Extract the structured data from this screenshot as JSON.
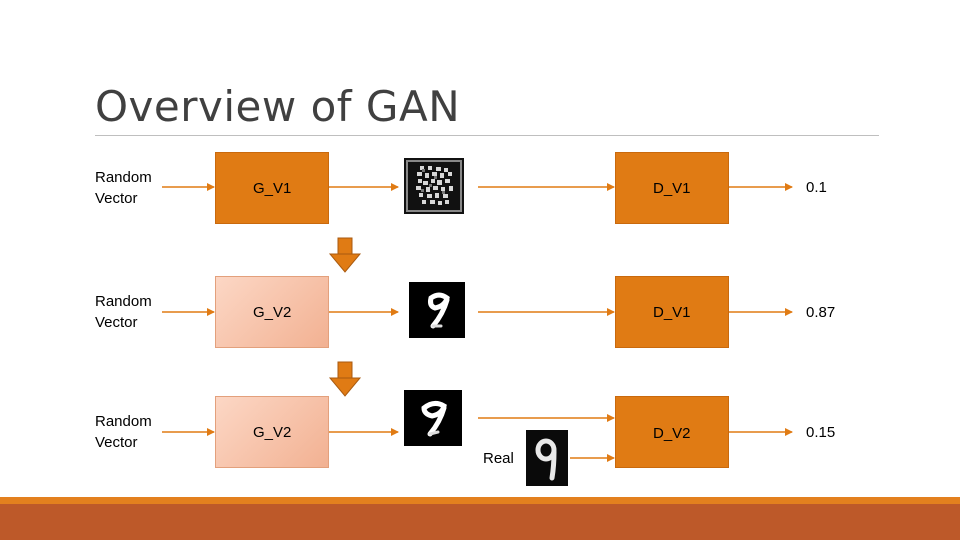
{
  "slide": {
    "title": "Overview of GAN"
  },
  "rows": [
    {
      "input": "Random Vector",
      "generator": "G_V1",
      "discriminator": "D_V1",
      "output": "0.1"
    },
    {
      "input": "Random Vector",
      "generator": "G_V2",
      "discriminator": "D_V1",
      "output": "0.87"
    },
    {
      "input": "Random Vector",
      "generator": "G_V2",
      "discriminator": "D_V2",
      "output": "0.15"
    }
  ],
  "real": {
    "label": "Real"
  },
  "colors": {
    "accent": "#e07b14",
    "light_box": "#f7c4ab",
    "footer_band": "#bd5929",
    "footer_thin": "#e3801e"
  }
}
